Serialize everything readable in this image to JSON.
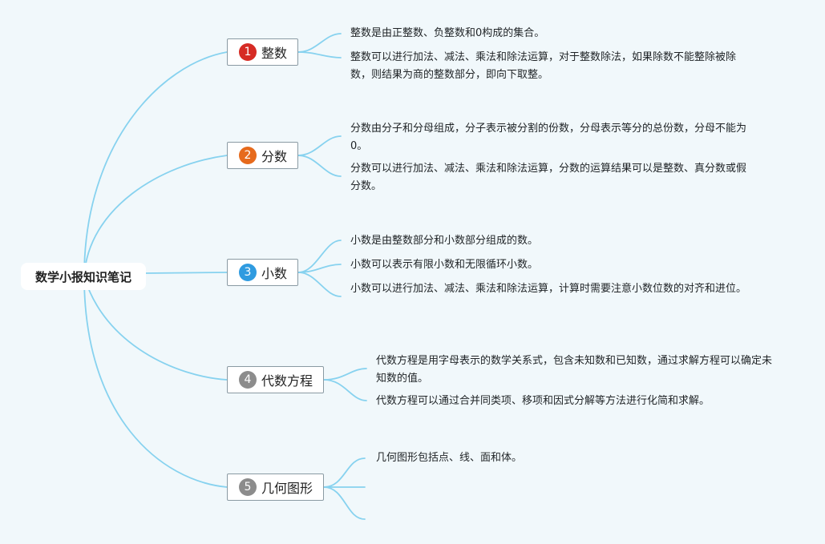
{
  "colors": {
    "background": "#f1f8fb",
    "connector": "#87d2ef",
    "badge_red": "#d62b24",
    "badge_orange": "#e66a1c",
    "badge_blue": "#2f9be0",
    "badge_gray": "#8c8c8c"
  },
  "root": {
    "label": "数学小报知识笔记"
  },
  "topics": [
    {
      "badge": "1",
      "badge_color": "badge_red",
      "label": "整数",
      "notes": [
        "整数是由正整数、负整数和0构成的集合。",
        "整数可以进行加法、减法、乘法和除法运算，对于整数除法，如果除数不能整除被除数，则结果为商的整数部分，即向下取整。"
      ]
    },
    {
      "badge": "2",
      "badge_color": "badge_orange",
      "label": "分数",
      "notes": [
        "分数由分子和分母组成，分子表示被分割的份数，分母表示等分的总份数，分母不能为0。",
        "分数可以进行加法、减法、乘法和除法运算，分数的运算结果可以是整数、真分数或假分数。"
      ]
    },
    {
      "badge": "3",
      "badge_color": "badge_blue",
      "label": "小数",
      "notes": [
        "小数是由整数部分和小数部分组成的数。",
        "小数可以表示有限小数和无限循环小数。",
        "小数可以进行加法、减法、乘法和除法运算，计算时需要注意小数位数的对齐和进位。"
      ]
    },
    {
      "badge": "4",
      "badge_color": "badge_gray",
      "label": "代数方程",
      "notes": [
        "代数方程是用字母表示的数学关系式，包含未知数和已知数，通过求解方程可以确定未知数的值。",
        "代数方程可以通过合并同类项、移项和因式分解等方法进行化简和求解。"
      ]
    },
    {
      "badge": "5",
      "badge_color": "badge_gray",
      "label": "几何图形",
      "notes": [
        "几何图形包括点、线、面和体。",
        "",
        ""
      ]
    }
  ]
}
